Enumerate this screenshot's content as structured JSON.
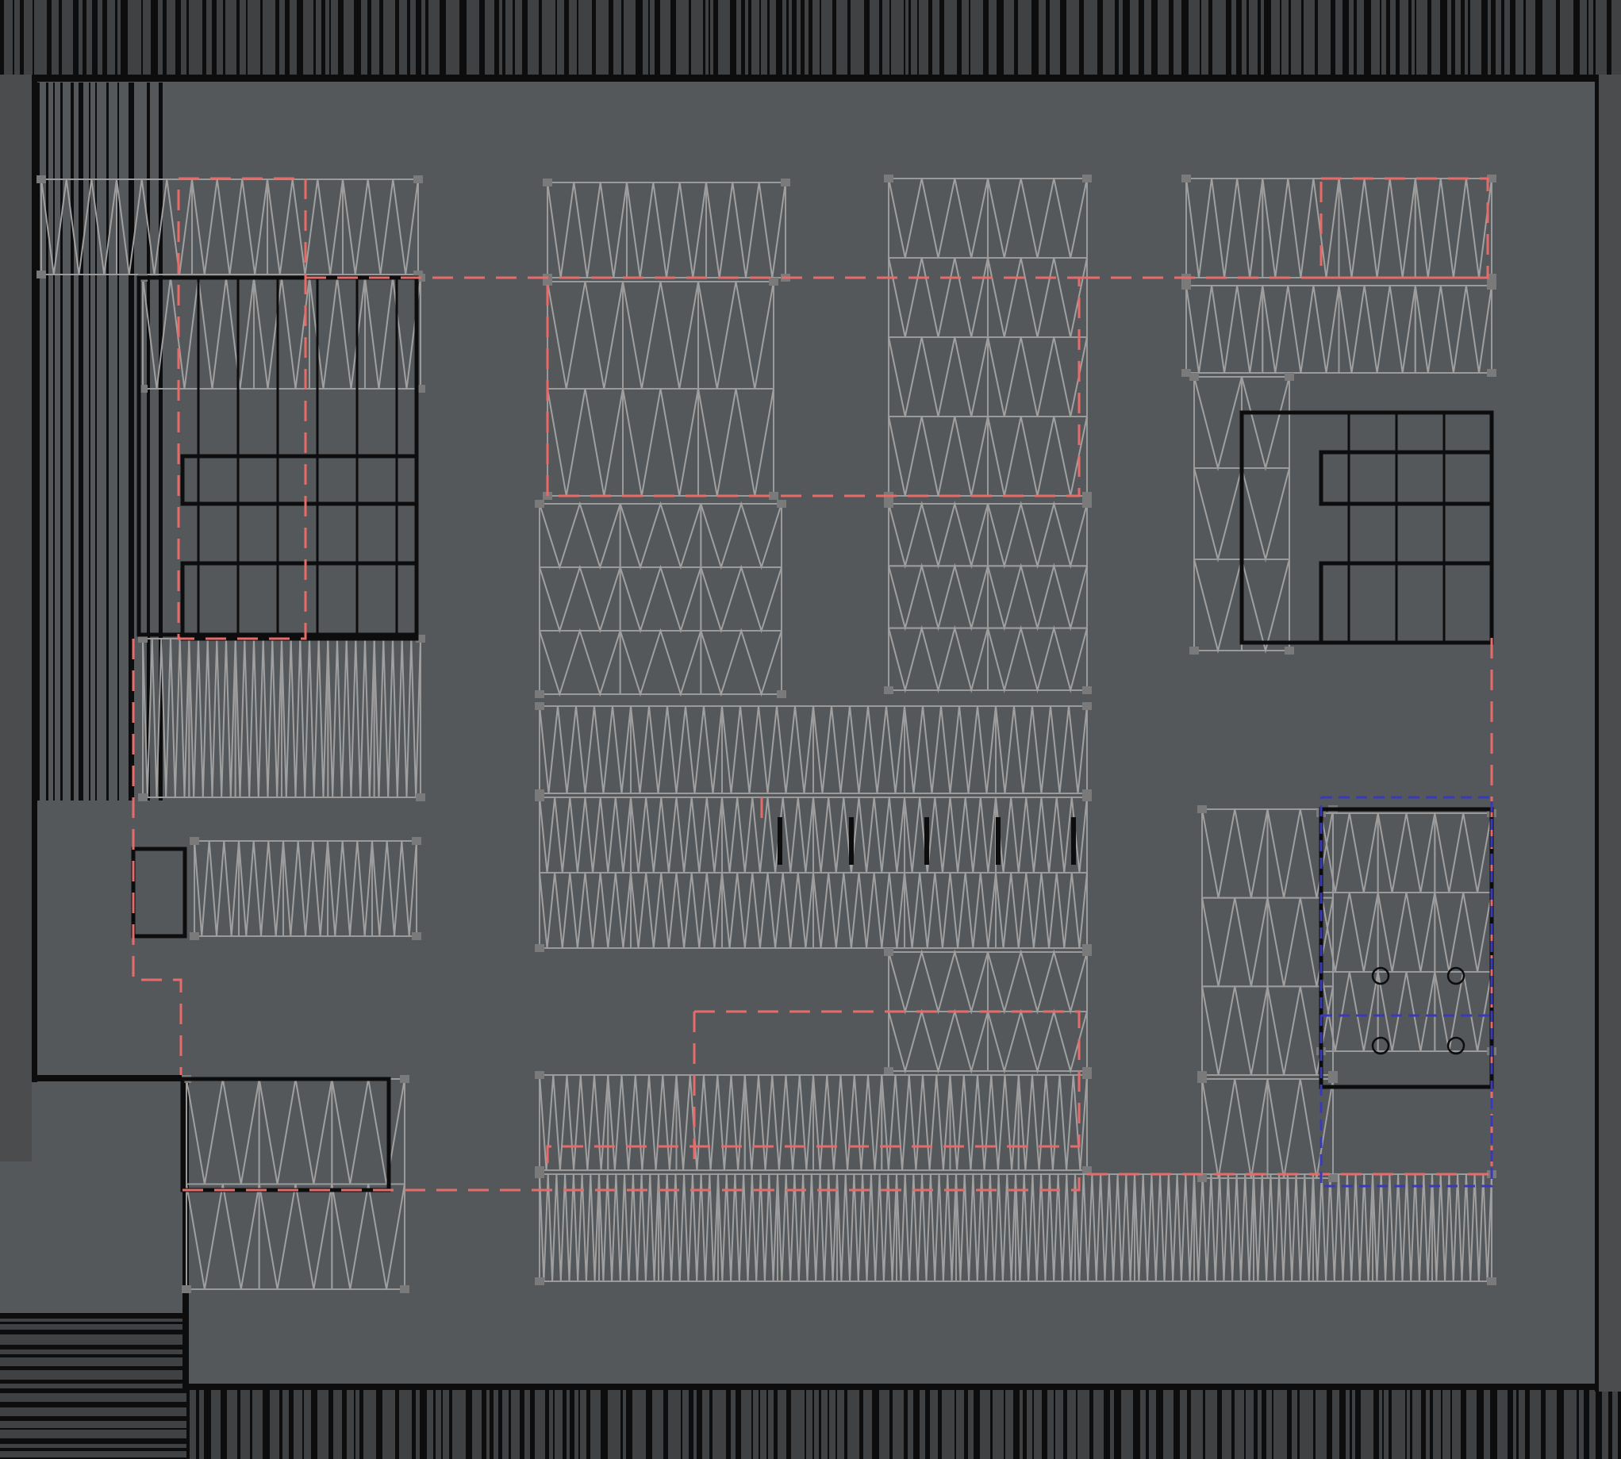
{
  "view": {
    "background": "#55585b",
    "wall_color": "#0d0d0d",
    "rack_color": "#9a9a9a",
    "zone_color": "#e86b6b",
    "secondary_zone_color": "#3a3ab8"
  },
  "elements": [
    {
      "name": "north-exterior-wall",
      "kind": "wall-band"
    },
    {
      "name": "south-exterior-wall",
      "kind": "wall-band"
    },
    {
      "name": "west-exterior-wall",
      "kind": "wall-band"
    },
    {
      "name": "rack-block-northwest",
      "kind": "storage-racks"
    },
    {
      "name": "rack-block-north-center",
      "kind": "storage-racks"
    },
    {
      "name": "rack-block-northeast",
      "kind": "storage-racks"
    },
    {
      "name": "rack-block-center",
      "kind": "storage-racks"
    },
    {
      "name": "rack-block-south",
      "kind": "storage-racks"
    },
    {
      "name": "rack-block-southeast",
      "kind": "storage-racks"
    },
    {
      "name": "fire-compartment-boundary",
      "kind": "dashed-line"
    },
    {
      "name": "equipment-room-boundary",
      "kind": "dashed-line"
    }
  ]
}
